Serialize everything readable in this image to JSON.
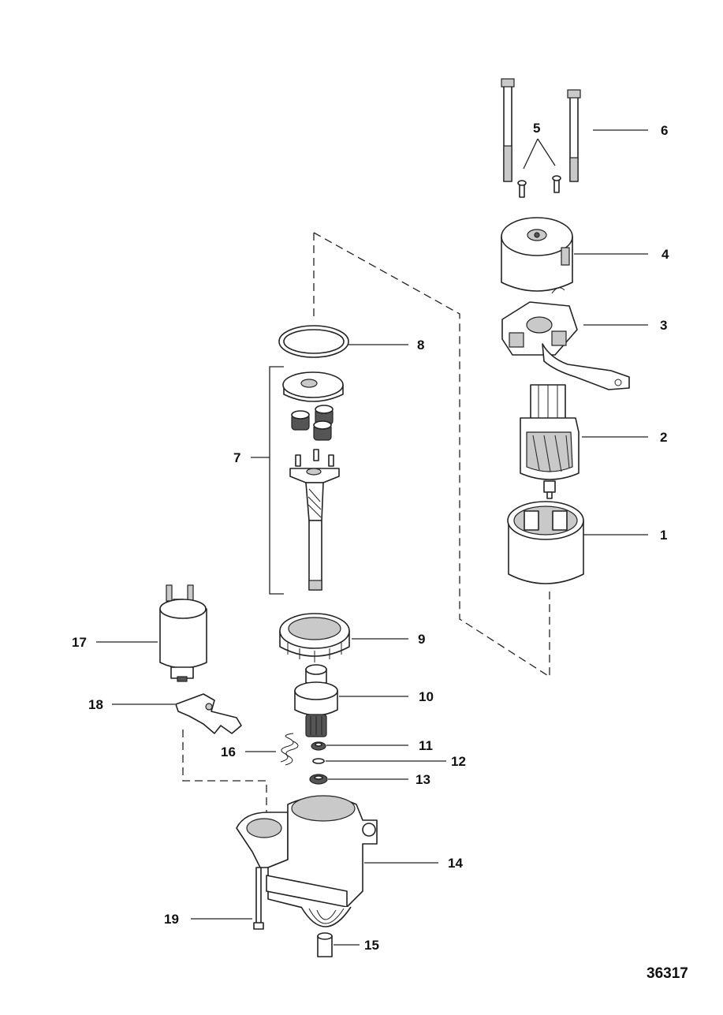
{
  "figure_number": "36317",
  "callouts": [
    {
      "id": "1",
      "label": "1"
    },
    {
      "id": "2",
      "label": "2"
    },
    {
      "id": "3",
      "label": "3"
    },
    {
      "id": "4",
      "label": "4"
    },
    {
      "id": "5",
      "label": "5"
    },
    {
      "id": "6",
      "label": "6"
    },
    {
      "id": "7",
      "label": "7"
    },
    {
      "id": "8",
      "label": "8"
    },
    {
      "id": "9",
      "label": "9"
    },
    {
      "id": "10",
      "label": "10"
    },
    {
      "id": "11",
      "label": "11"
    },
    {
      "id": "12",
      "label": "12"
    },
    {
      "id": "13",
      "label": "13"
    },
    {
      "id": "14",
      "label": "14"
    },
    {
      "id": "15",
      "label": "15"
    },
    {
      "id": "16",
      "label": "16"
    },
    {
      "id": "17",
      "label": "17"
    },
    {
      "id": "18",
      "label": "18"
    },
    {
      "id": "19",
      "label": "19"
    }
  ]
}
